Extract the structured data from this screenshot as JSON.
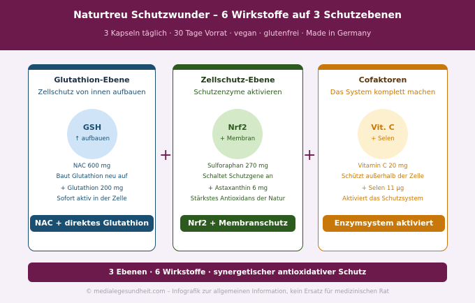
{
  "header": {
    "title": "Naturtreu Schutzwunder – 6 Wirkstoffe auf 3 Schutzebenen",
    "subtitle": "3 Kapseln täglich · 30 Tage Vorrat · vegan · glutenfrei · Made in Germany"
  },
  "cards": [
    {
      "title": "Glutathion-Ebene",
      "subtitle": "Zellschutz von innen aufbauen",
      "circle_main": "GSH",
      "circle_sub": "↑ aufbauen",
      "lines": [
        "NAC 600 mg",
        "Baut Glutathion neu auf",
        "+ Glutathion 200 mg",
        "Sofort aktiv in der Zelle"
      ],
      "button": "NAC + direktes Glutathion",
      "color": "#1b4f72",
      "circle_color": "#d0e4f7"
    },
    {
      "title": "Zellschutz-Ebene",
      "subtitle": "Schutzenzyme aktivieren",
      "circle_main": "Nrf2",
      "circle_sub": "+ Membran",
      "lines": [
        "Sulforaphan 270 mg",
        "Schaltet Schutzgene an",
        "+ Astaxanthin 6 mg",
        "Stärkstes Antioxidans der Natur"
      ],
      "button": "Nrf2 + Membranschutz",
      "color": "#2d5a1e",
      "circle_color": "#d4e9c8"
    },
    {
      "title": "Cofaktoren",
      "subtitle": "Das System komplett machen",
      "circle_main": "Vit. C",
      "circle_sub": "+ Selen",
      "lines": [
        "Vitamin C 20 mg",
        "Schützt außerhalb der Zelle",
        "+ Selen 11 µg",
        "Aktiviert das Schutzsystem"
      ],
      "button": "Enzymsystem aktiviert",
      "color": "#c8780a",
      "circle_color": "#fdf0cf"
    }
  ],
  "plus_sign": "+",
  "bottom_bar": "3 Ebenen · 6 Wirkstoffe · synergetischer antioxidativer Schutz",
  "footer": "© medialegesundheit.com – Infografik zur allgemeinen Information, kein Ersatz für medizinischen Rat",
  "colors": {
    "brand": "#6b1a4b",
    "background": "#f6f0f8"
  }
}
